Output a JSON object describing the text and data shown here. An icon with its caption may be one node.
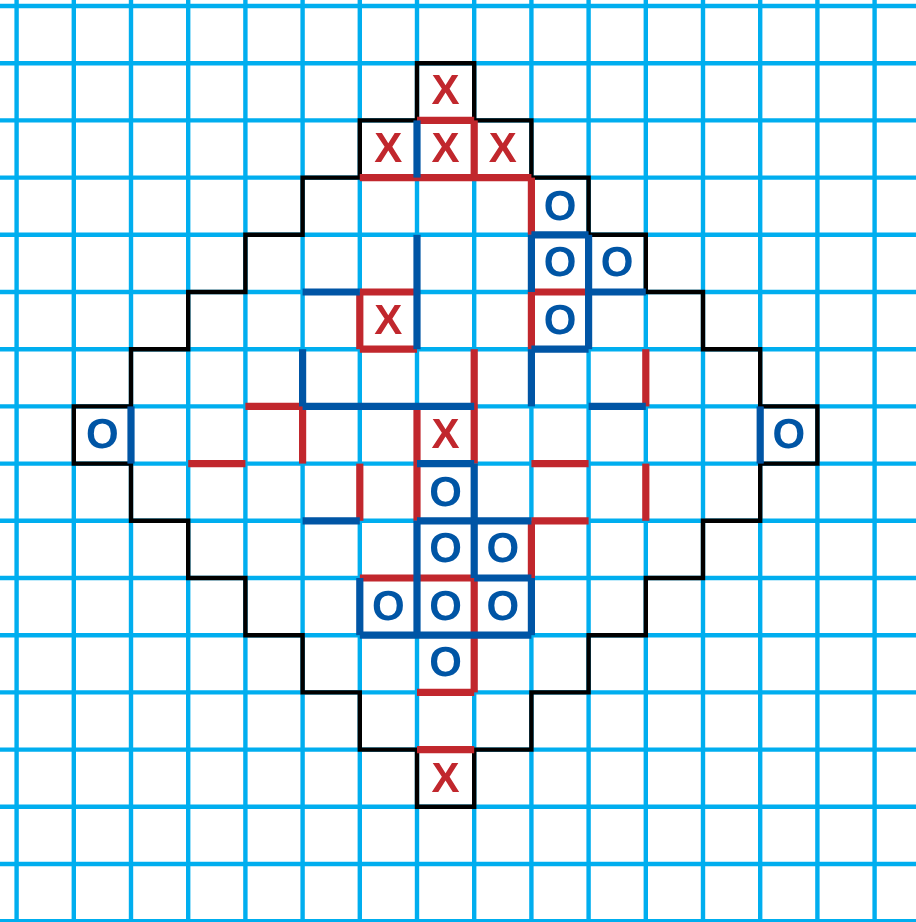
{
  "diagram": {
    "labels": [
      "X",
      "X",
      "X",
      "X",
      "O",
      "O",
      "O",
      "X",
      "O",
      "O",
      "X",
      "O",
      "O",
      "O",
      "O",
      "O",
      "O",
      "O",
      "O",
      "X"
    ]
  }
}
